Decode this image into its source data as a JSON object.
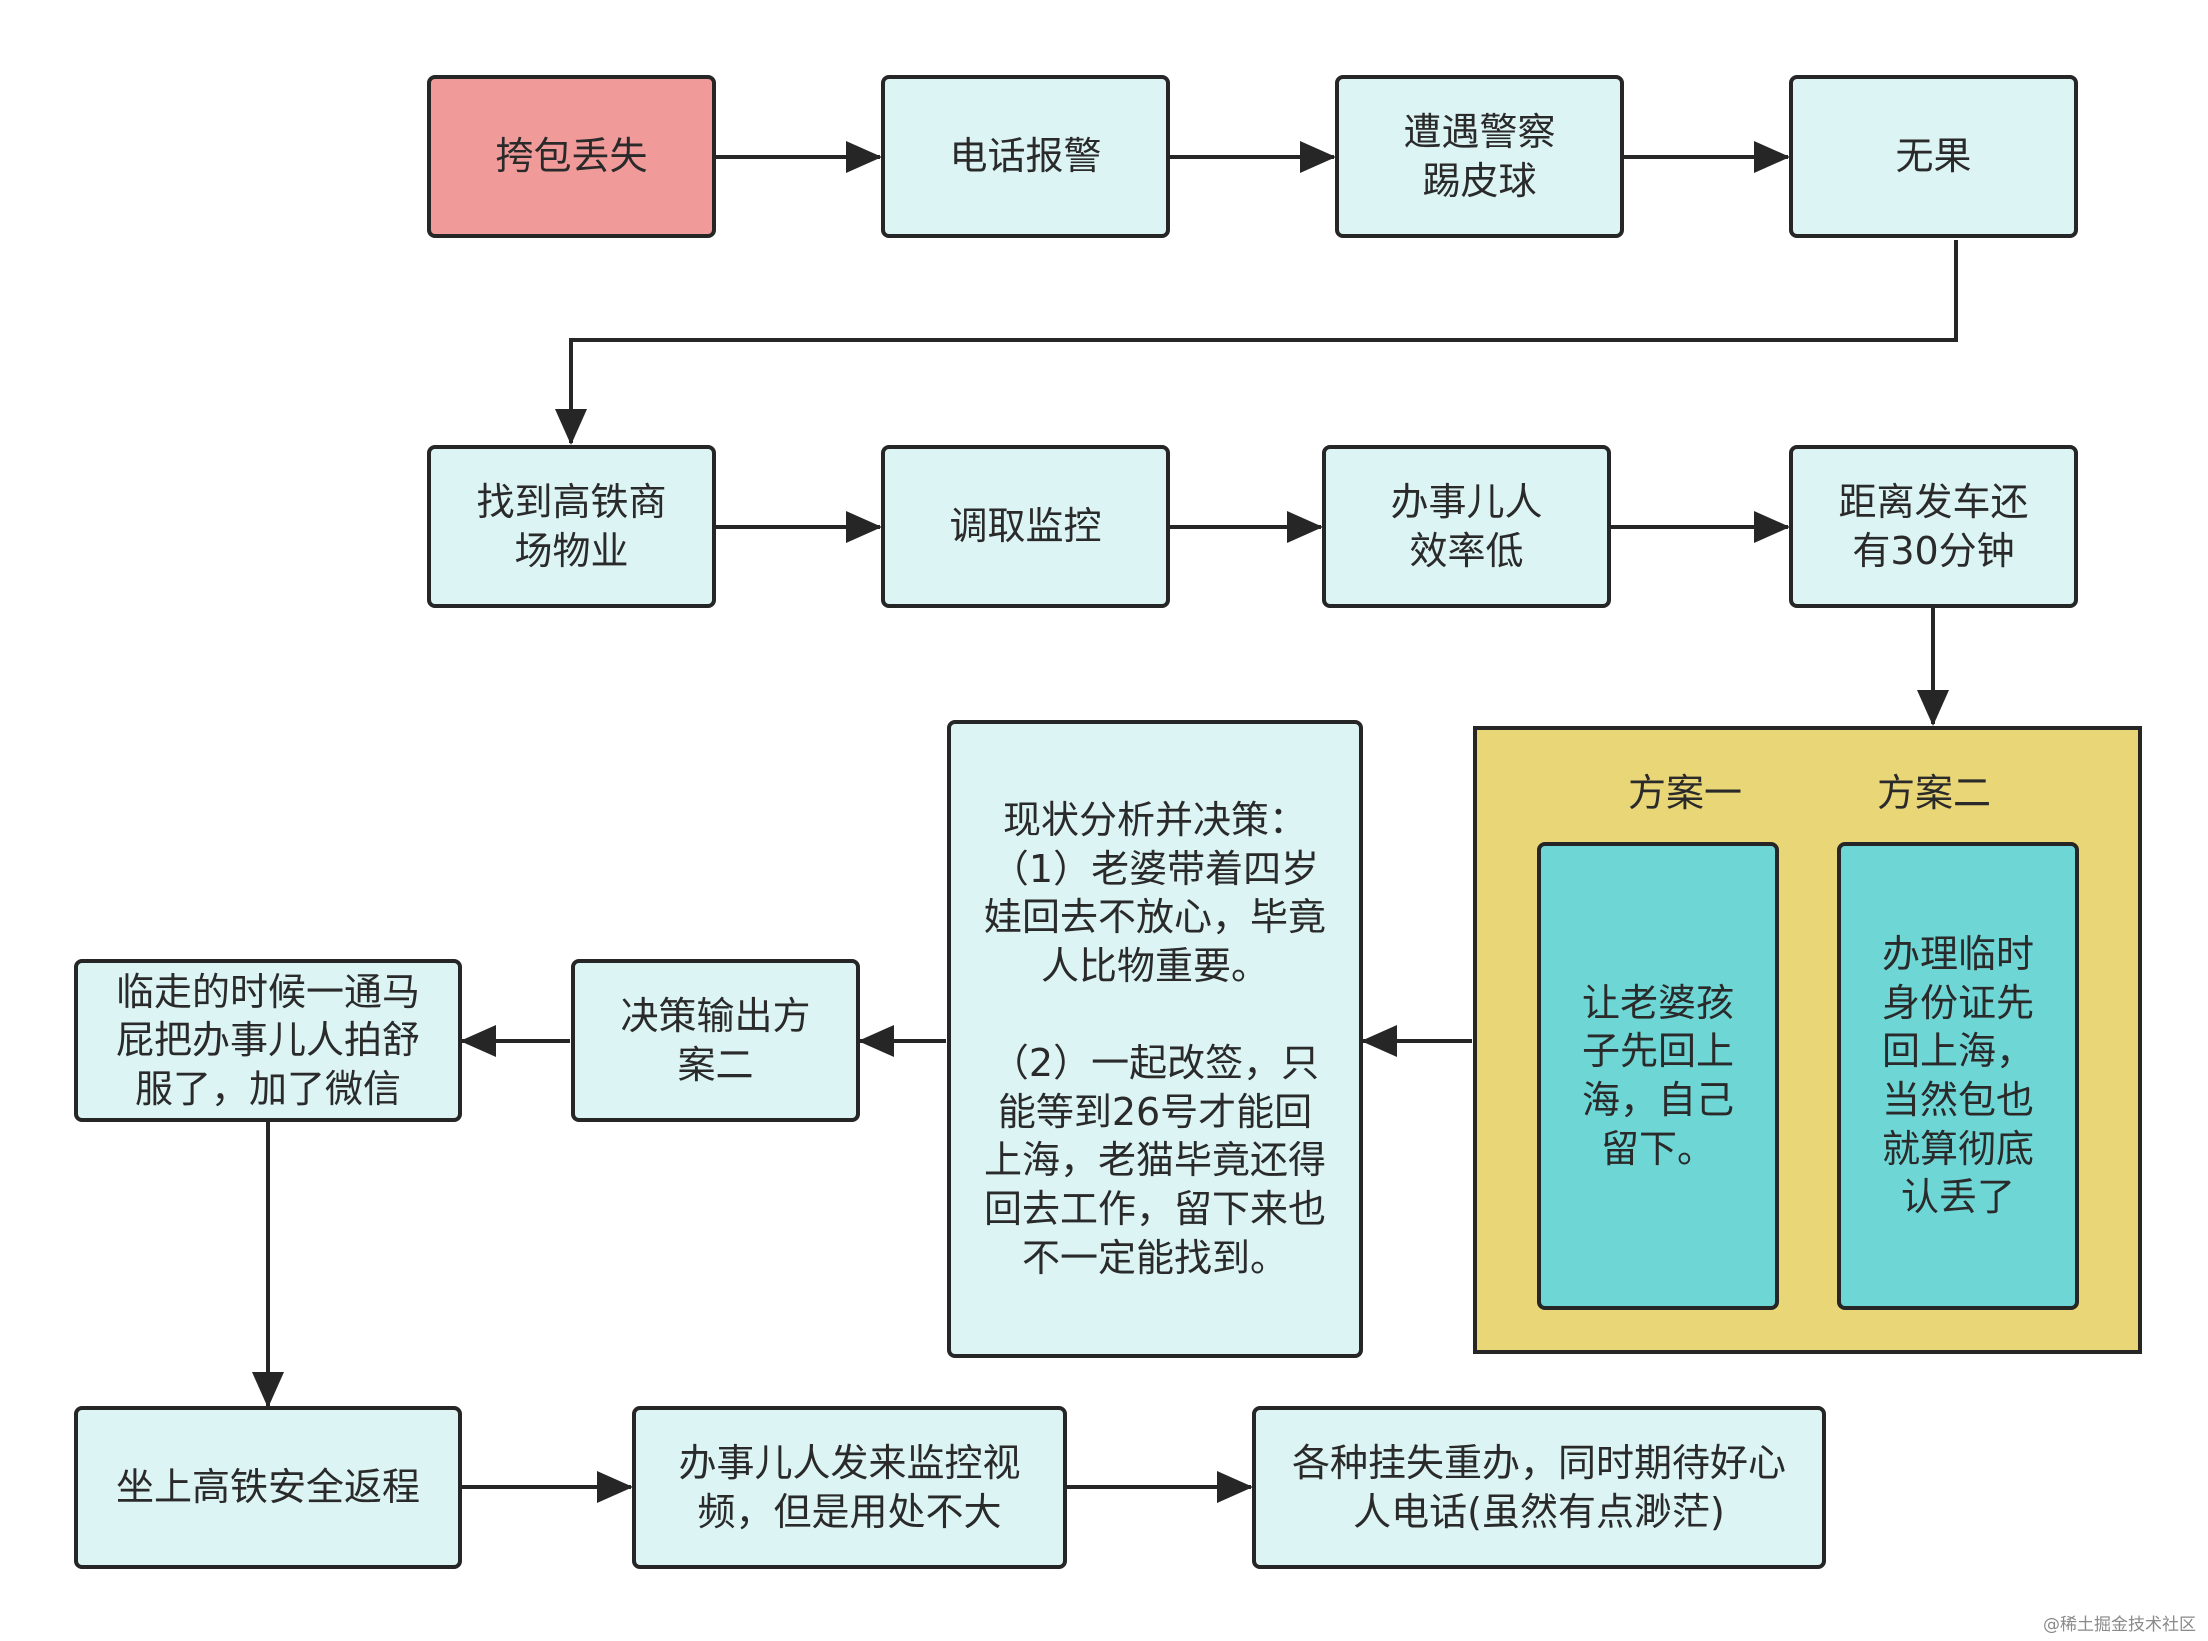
{
  "nodes": {
    "lost_bag": "挎包丢失",
    "call_police": "电话报警",
    "police_runaround": "遭遇警察\n踢皮球",
    "no_result": "无果",
    "find_property": "找到高铁商\n场物业",
    "get_cctv": "调取监控",
    "low_efficiency": "办事儿人\n效率低",
    "time_left": "距离发车还\n有30分钟",
    "analysis": "现状分析并决策：\n（1）老婆带着四岁\n娃回去不放心，毕竟\n人比物重要。\n\n（2）一起改签，只\n能等到26号才能回\n上海，老猫毕竟还得\n回去工作，留下来也\n不一定能找到。",
    "decision": "决策输出方\n案二",
    "flattery": "临走的时候一通马\n屁把办事儿人拍舒\n服了，加了微信",
    "train_home": "坐上高铁安全返程",
    "video_sent": "办事儿人发来监控视\n频，但是用处不大",
    "report_loss": "各种挂失重办，同时期待好心\n人电话(虽然有点渺茫)"
  },
  "options": {
    "option1_title": "方案一",
    "option2_title": "方案二",
    "option1_text": "让老婆孩\n子先回上\n海，自己\n留下。",
    "option2_text": "办理临时\n身份证先\n回上海，\n当然包也\n就算彻底\n认丢了"
  },
  "watermark": "@稀土掘金技术社区",
  "colors": {
    "start_fill": "#f09a99",
    "node_fill": "#dcf4f4",
    "group_fill": "#e9d677",
    "option_fill": "#6fd6d6",
    "stroke": "#262626"
  }
}
